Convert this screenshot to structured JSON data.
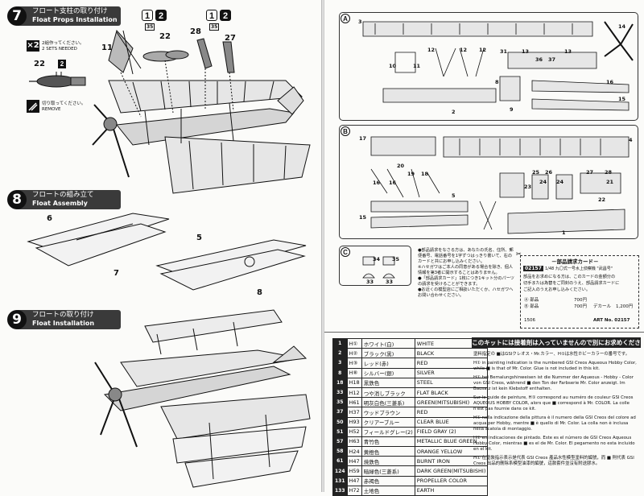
{
  "steps": {
    "s7": {
      "num": "7",
      "jp": "フロート支柱の取り付け",
      "en": "Float Props Installation"
    },
    "s8": {
      "num": "8",
      "jp": "フロートの組み立て",
      "en": "Float Assembly"
    },
    "s9": {
      "num": "9",
      "jp": "フロートの取り付け",
      "en": "Float Installation"
    }
  },
  "step7": {
    "x2": "×2",
    "x2_jp": "2組作ってください。",
    "x2_en": "2 SETS NEEDED",
    "remove_jp": "切り取ってください。",
    "remove_en": "REMOVE",
    "parts": [
      "11",
      "22",
      "28",
      "27",
      "22",
      "2"
    ],
    "paint_chip1": "1",
    "paint_chip2": "2",
    "paint_chip_sub": "35",
    "paint_chip_b1": "1",
    "paint_chip_b2": "2",
    "paint_chip_b_sub": "35"
  },
  "step8": {
    "parts": [
      "6",
      "7",
      "5",
      "8"
    ]
  },
  "sprues": {
    "a_letter": "A",
    "a_parts": [
      "3",
      "14",
      "12",
      "12",
      "10",
      "12",
      "11",
      "31",
      "13",
      "36",
      "37",
      "13",
      "2",
      "8",
      "9",
      "16",
      "15"
    ],
    "b_letter": "B",
    "b_parts": [
      "17",
      "4",
      "20",
      "19",
      "18",
      "25",
      "26",
      "27",
      "28",
      "16",
      "16",
      "5",
      "23",
      "24",
      "24",
      "21",
      "22",
      "15",
      "1"
    ],
    "c_letter": "C",
    "c_parts": [
      "34",
      "35",
      "33",
      "33"
    ]
  },
  "order": {
    "jp_lines": [
      "●部品請求をなさる方は、あなたの氏名、住所、郵便番号、電話番号を1字ずつはっきり書いて、右のカードと共にお申し込みください。",
      "※ハセガワはご本人の同意がある場合を除き、個人情報を第3者に開示することはありません。",
      "●「部品請求カード」1枚につき1キット分のパーツの請求を受けることができます。",
      "●お近くの模型店にご相談いただくか、ハセガワへお問い合わせください。"
    ],
    "card_title": "－部品請求カード－",
    "card_code": "02157",
    "card_name": "1/48 九〇式一号水上偵察機 \"武昌号\"",
    "card_line1": "部品をお求めになる方は、このカードの金額分の",
    "card_line2": "切手または為替をご同封のうえ、部品請求カードに",
    "card_line3": "ご記入のうえお申し込みください。",
    "price_a": "700円",
    "price_b": "700円",
    "price_decal": "1,200円",
    "label_a": "Ⓐ 部品",
    "label_b": "Ⓑ 部品",
    "label_decal": "デカール",
    "card_year": "1506",
    "art_no": "ART No. 02157"
  },
  "paint_table": {
    "rows": [
      {
        "no": "1",
        "code": "H①",
        "jp": "ホワイト(白)",
        "en": "WHITE"
      },
      {
        "no": "2",
        "code": "H②",
        "jp": "ブラック(黒)",
        "en": "BLACK"
      },
      {
        "no": "3",
        "code": "H③",
        "jp": "レッド(赤)",
        "en": "RED"
      },
      {
        "no": "8",
        "code": "H⑧",
        "jp": "シルバー(銀)",
        "en": "SILVER"
      },
      {
        "no": "18",
        "code": "H18",
        "jp": "黒鉄色",
        "en": "STEEL"
      },
      {
        "no": "33",
        "code": "H12",
        "jp": "つや消しブラック",
        "en": "FLAT BLACK"
      },
      {
        "no": "35",
        "code": "H61",
        "jp": "明灰白色(三菱系)",
        "en": "GREEN(MITSUBISHI)"
      },
      {
        "no": "37",
        "code": "H37",
        "jp": "ウッドブラウン",
        "en": "RED"
      },
      {
        "no": "50",
        "code": "H93",
        "jp": "クリアーブルー",
        "en": "CLEAR BLUE"
      },
      {
        "no": "51",
        "code": "H52",
        "jp": "フィールドグレー(2)",
        "en": "FIELD GRAY (2)"
      },
      {
        "no": "57",
        "code": "H63",
        "jp": "青竹色",
        "en": "METALLIC BLUE GREEN"
      },
      {
        "no": "58",
        "code": "H24",
        "jp": "黄橙色",
        "en": "ORANGE YELLOW"
      },
      {
        "no": "61",
        "code": "H47",
        "jp": "焼鉄色",
        "en": "BURNT IRON"
      },
      {
        "no": "124",
        "code": "H59",
        "jp": "暗緑色(三菱系)",
        "en": "DARK GREEN(MITSUBISHI)"
      },
      {
        "no": "131",
        "code": "H47",
        "jp": "赤褐色",
        "en": "PROPELLER COLOR"
      },
      {
        "no": "133",
        "code": "H72",
        "jp": "土地色",
        "en": "EARTH"
      }
    ]
  },
  "notes": {
    "header": "このキットには接着剤は入っていませんので別にお求めください。",
    "jp": "塗料指定の ■はGSIクレオス・Mr.カラー、H①は水性ホビーカラーの番号です。",
    "en": "H① in painting indication is the numbered GSI Creos Aqueous Hobby Color, while ■ is that of Mr. Color. Glue is not included in this kit.",
    "de": "H① bei Bemalungshinweisen ist die Nummer der Aqueous - Hobby - Color von GSI Creos, während ■ den Ton der Farbserie Mr. Color anzeigt. Im Bausatz ist kein Klebstoff enthalten.",
    "fr": "Sur le guide de peinture, H① correspond au numéro de couleur GSI Creos AQUEOUS HOBBY COLOR, alors que ■ correspond à Mr. COLOR. La colle n'est pas fournie dans ce kit.",
    "it": "H① nella indicazione della pittura è il numero della GSI Creos del colore ad acqua per Hobby, mentre ■ è quello di Mr. Color. La colla non è inclusa nella scatola di montaggio.",
    "es": "H① en indicaciones de pintado. Este es el número de GSI Creos Aqueous Hobby Color, mientras ■ es el de Mr. Color. El pegamento no esta incluido en el kit.",
    "zh": "H① 在塗裝指示表示是代表 GSI Creos 產品水性模型塗料的編號，而 ■ 則代表 GSI Creos 出品的刪除系模型油漆的編號，這款套件並沒有附送膠水。"
  }
}
